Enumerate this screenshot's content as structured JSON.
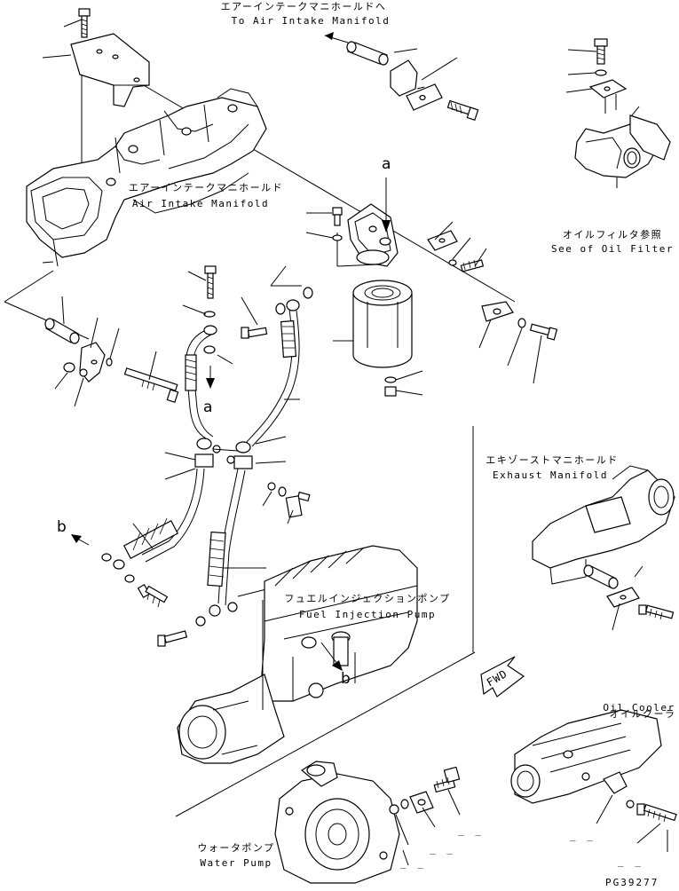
{
  "labels": {
    "to_air_intake_jp": "エアーインテークマニホールドへ",
    "to_air_intake_en": "To Air Intake Manifold",
    "air_intake_jp": "エアーインテークマニホールド",
    "air_intake_en": "Air Intake Manifold",
    "oil_filter_jp": "オイルフィルタ参照",
    "oil_filter_en": "See of Oil Filter",
    "exhaust_jp": "エキゾーストマニホールド",
    "exhaust_en": "Exhaust Manifold",
    "fuel_pump_jp": "フュエルインジェクションポンプ",
    "fuel_pump_en": "Fuel Injection Pump",
    "oil_cooler_jp": "オイルクーラ",
    "oil_cooler_en": "Oil Cooler",
    "water_pump_jp": "ウォータポンプ",
    "water_pump_en": "Water Pump",
    "fwd": "FWD"
  },
  "refs": {
    "a_top": "a",
    "a_mid": "a",
    "b_left": "b",
    "b_pump": "b"
  },
  "blanks": [
    "_ _",
    "_ _",
    "_ _",
    "_ _",
    "_ _"
  ],
  "drawing_code": "PG39277"
}
